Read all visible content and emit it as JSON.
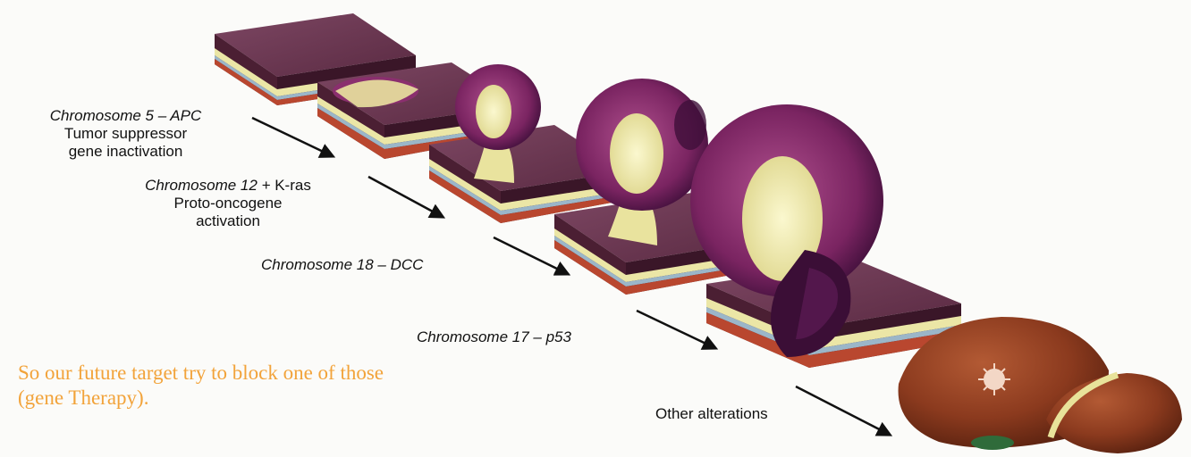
{
  "labels": {
    "chr5": {
      "title": "Chromosome 5 – APC",
      "line1": "Tumor suppressor",
      "line2": "gene inactivation"
    },
    "chr12": {
      "title_a": "Chromosome 12 + ",
      "title_b": "K-ras",
      "line1": "Proto-oncogene",
      "line2": "activation"
    },
    "chr18": {
      "title": "Chromosome 18 – DCC"
    },
    "chr17": {
      "title": "Chromosome 17 – p53"
    },
    "other": {
      "title": "Other alterations"
    }
  },
  "note": {
    "line1": "So our future target try to block one of those",
    "line2": "(gene Therapy)."
  },
  "colors": {
    "tissue_top": "#6e3a52",
    "tissue_side": "#4b1f33",
    "submucosa": "#ebe6a6",
    "muscle_band": "#9bb6c8",
    "serosa": "#b9472f",
    "tumor": "#8a2f6e",
    "tumor_dark": "#4a1345",
    "liver": "#8b3a1e",
    "note_text": "#f2a33a"
  }
}
